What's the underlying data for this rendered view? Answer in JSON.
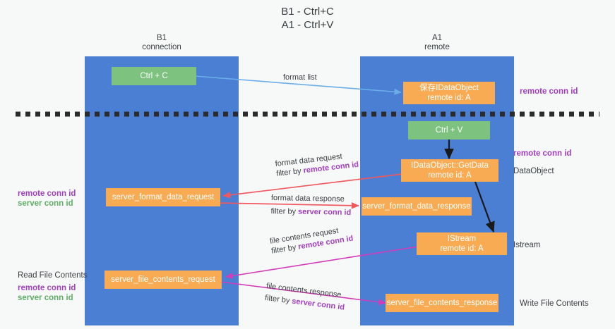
{
  "title": "B1 - Ctrl+C\nA1 - Ctrl+V",
  "columns": {
    "left": {
      "name": "B1",
      "role": "connection",
      "header": "B1\nconnection"
    },
    "right": {
      "name": "A1",
      "role": "remote",
      "header": "A1\nremote"
    }
  },
  "colors": {
    "column_blue": "#4a7fd4",
    "box_orange": "#f9ab54",
    "box_green": "#7dc37f",
    "accent_purple": "#a23fc0",
    "accent_green": "#5fae64",
    "arrow_blue": "#6aaee8",
    "arrow_red": "#f0585e",
    "arrow_magenta": "#d33bb8",
    "arrow_black": "#1a1a1a",
    "background": "#f7f8f8"
  },
  "boxes": {
    "ctrl_c": {
      "label": "Ctrl + C",
      "kind": "green"
    },
    "ctrl_v": {
      "label": "Ctrl + V",
      "kind": "green"
    },
    "save_idataobject": {
      "label": "保存IDataObject\nremote id: A",
      "kind": "orange"
    },
    "getdata": {
      "label": "IDataObject::GetData\nremote id: A",
      "kind": "orange"
    },
    "istream": {
      "label": "IStream\nremote id: A",
      "kind": "orange"
    },
    "server_format_data_request": {
      "label": "server_format_data_request",
      "kind": "orange"
    },
    "server_format_data_response": {
      "label": "server_format_data_response",
      "kind": "orange"
    },
    "server_file_contents_request": {
      "label": "server_file_contents_request",
      "kind": "orange"
    },
    "server_file_contents_response": {
      "label": "server_file_contents_response",
      "kind": "orange"
    }
  },
  "arrow_labels": {
    "format_list": "format list",
    "format_data_request": "format data request",
    "format_data_request_filter_prefix": "filter by ",
    "format_data_request_filter_key": "remote conn id",
    "format_data_response": "format data response",
    "format_data_response_filter_prefix": "filter by ",
    "format_data_response_filter_key": "server conn id",
    "file_contents_request": "file contents request",
    "file_contents_request_filter_prefix": "filter by ",
    "file_contents_request_filter_key": "remote conn id",
    "file_contents_response": "file contents response",
    "file_contents_response_filter_prefix": "filter by ",
    "file_contents_response_filter_key": "server conn id"
  },
  "side_labels": {
    "right_remote_conn_id_top": "remote conn id",
    "right_remote_conn_id_mid": "remote conn id",
    "right_dataobject": "DataObject",
    "right_istream": "Istream",
    "right_write_file_contents": "Write File Contents",
    "left_remote_conn_id_mid": "remote conn id",
    "left_server_conn_id_mid": "server conn id",
    "left_read_file_contents": "Read File Contents",
    "left_remote_conn_id_bot": "remote conn id",
    "left_server_conn_id_bot": "server conn id"
  }
}
